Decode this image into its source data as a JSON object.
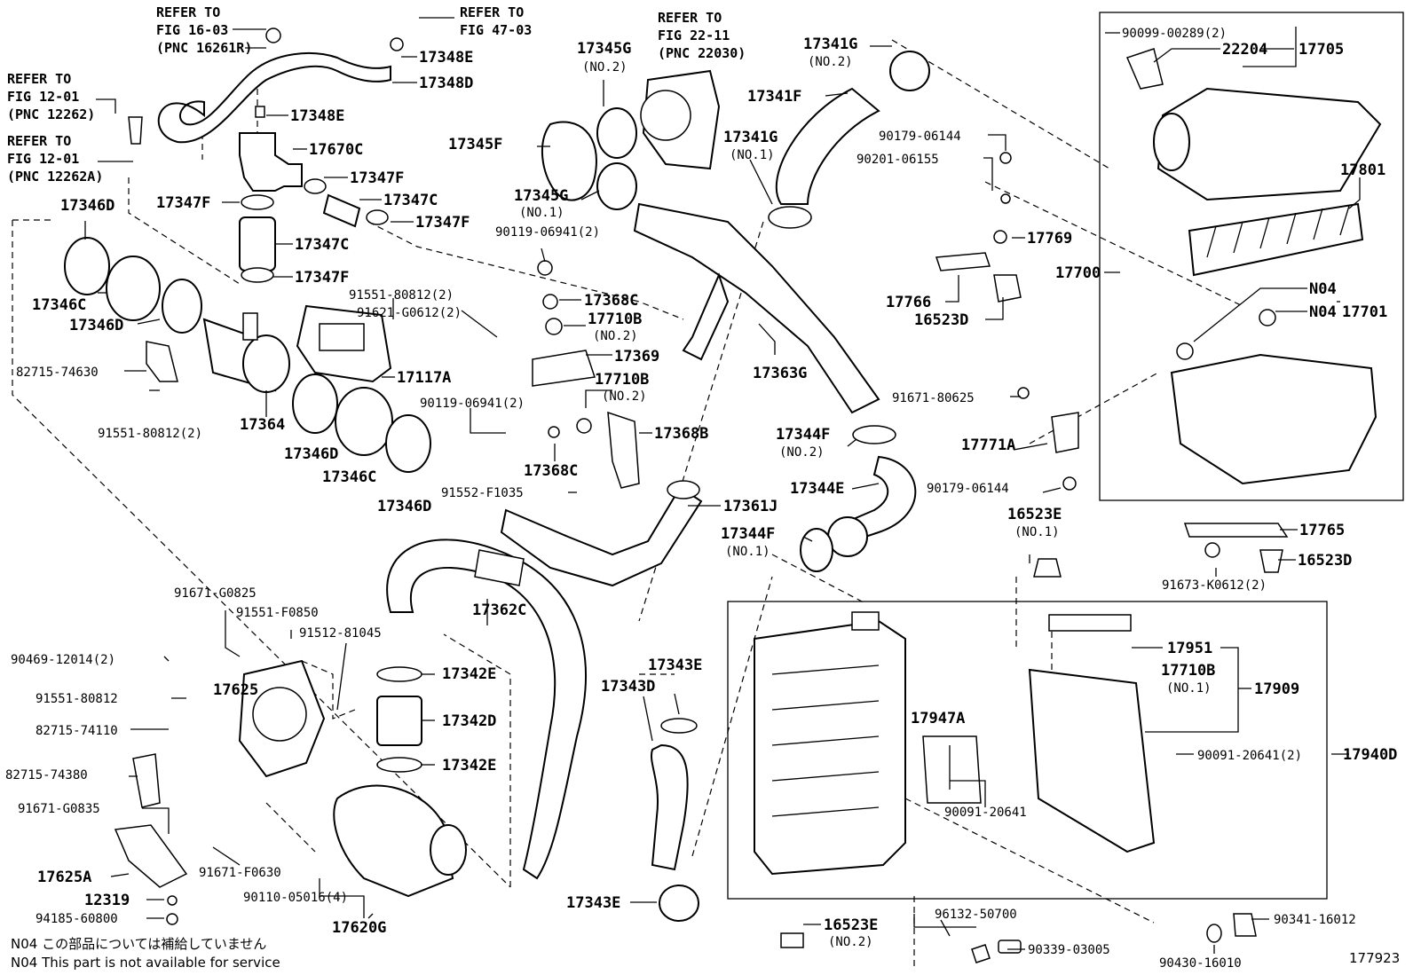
{
  "ref_notes": {
    "r1": [
      "REFER TO",
      "FIG 16-03",
      "(PNC 16261R)"
    ],
    "r2": [
      "REFER TO",
      "FIG 47-03"
    ],
    "r3": [
      "REFER TO",
      "FIG 22-11",
      "(PNC 22030)"
    ],
    "r4": [
      "REFER TO",
      "FIG 12-01",
      "(PNC 12262)"
    ],
    "r5": [
      "REFER TO",
      "FIG 12-01",
      "(PNC 12262A)"
    ]
  },
  "labels": {
    "p17348E_a": "17348E",
    "p17348D": "17348D",
    "p17348E_b": "17348E",
    "p17670C": "17670C",
    "p17347F_a": "17347F",
    "p17347C_a": "17347C",
    "p17347F_b": "17347F",
    "p17347F_c": "17347F",
    "p17347C_b": "17347C",
    "p17347F_d": "17347F",
    "p17345G_a": "17345G",
    "p17345G_a_sub": "(NO.2)",
    "p17345F": "17345F",
    "p17345G_b": "17345G",
    "p17345G_b_sub": "(NO.1)",
    "p17341G_a": "17341G",
    "p17341G_a_sub": "(NO.2)",
    "p17341F": "17341F",
    "p17341G_b": "17341G",
    "p17341G_b_sub": "(NO.1)",
    "p17346D_a": "17346D",
    "p17346C_a": "17346C",
    "p17346D_b": "17346D",
    "p82715_74630": "82715-74630",
    "p91551_80812_a": "91551-80812(2)",
    "p17364": "17364",
    "p91551_80812_b": "91551-80812(2)",
    "p91621_G0612": "91621-G0612(2)",
    "p17117A": "17117A",
    "p90119_06941_a": "90119-06941(2)",
    "p17368C_a": "17368C",
    "p17710B_a": "17710B",
    "p17710B_a_sub": "(NO.2)",
    "p17369": "17369",
    "p17710B_b": "17710B",
    "p17710B_b_sub": "(NO.2)",
    "p90119_06941_b": "90119-06941(2)",
    "p17368B": "17368B",
    "p17368C_b": "17368C",
    "p17346D_c": "17346D",
    "p17346C_b": "17346C",
    "p17346D_d": "17346D",
    "p91552_F1035": "91552-F1035",
    "p17361J": "17361J",
    "p17363G": "17363G",
    "p90179_06144_a": "90179-06144",
    "p90201_06155": "90201-06155",
    "p17769": "17769",
    "p17766": "17766",
    "p16523D_a": "16523D",
    "p91671_80625": "91671-80625",
    "p17344F_a": "17344F",
    "p17344F_a_sub": "(NO.2)",
    "p17771A": "17771A",
    "p17344E": "17344E",
    "p90179_06144_b": "90179-06144",
    "p17344F_b": "17344F",
    "p17344F_b_sub": "(NO.1)",
    "p16523E_a": "16523E",
    "p16523E_a_sub": "(NO.1)",
    "p90099_00289": "90099-00289(2)",
    "p22204": "22204",
    "p17705": "17705",
    "p17801": "17801",
    "p17700": "17700",
    "pN04_a": "N04",
    "pN04_b": "N04",
    "p17701": "17701",
    "p17765": "17765",
    "p16523D_b": "16523D",
    "p91673_K0612": "91673-K0612(2)",
    "p17362C": "17362C",
    "p91671_G0825": "91671-G0825",
    "p91551_F0850": "91551-F0850",
    "p91512_81045": "91512-81045",
    "p90469_12014": "90469-12014(2)",
    "p17625": "17625",
    "p91551_80812_c": "91551-80812",
    "p82715_74110": "82715-74110",
    "p82715_74380": "82715-74380",
    "p91671_G0835": "91671-G0835",
    "p17625A": "17625A",
    "p91671_F0630": "91671-F0630",
    "p12319": "12319",
    "p94185_60800": "94185-60800",
    "p90110_05016": "90110-05016(4)",
    "p17620G": "17620G",
    "p17342E_a": "17342E",
    "p17342D": "17342D",
    "p17342E_b": "17342E",
    "p17343E_a": "17343E",
    "p17343D": "17343D",
    "p17343E_b": "17343E",
    "p17951": "17951",
    "p17710B_c": "17710B",
    "p17710B_c_sub": "(NO.1)",
    "p17909": "17909",
    "p17947A": "17947A",
    "p90091_20641_a": "90091-20641(2)",
    "p17940D": "17940D",
    "p90091_20641_b": "90091-20641",
    "p16523E_b": "16523E",
    "p16523E_b_sub": "(NO.2)",
    "p96132_50700": "96132-50700",
    "p90339_03005": "90339-03005",
    "p90341_16012": "90341-16012",
    "p90430_16010": "90430-16010"
  },
  "footnotes": {
    "jp": "N04  この部品については補給していません",
    "en": "N04  This part is not available for service"
  },
  "figure_id": "177923"
}
